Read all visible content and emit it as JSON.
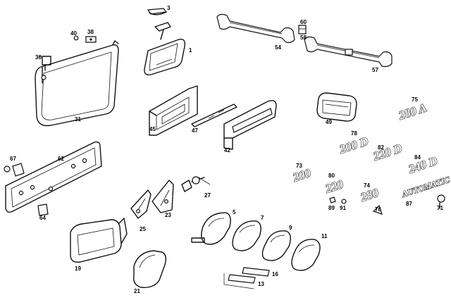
{
  "callouts": {
    "c3": "3",
    "c40": "40",
    "c38": "38",
    "c36": "36",
    "c31": "31",
    "c60": "60",
    "c54": "54",
    "c58": "58",
    "c57": "57",
    "c1": "1",
    "c45": "45",
    "c47": "47",
    "c42": "42",
    "c49": "49",
    "c75": "75",
    "c78": "78",
    "c82": "82",
    "c84": "84",
    "c73": "73",
    "c80": "80",
    "c74": "74",
    "c87": "87",
    "c76": "76",
    "c89": "89",
    "c91": "91",
    "c71": "71",
    "c67": "67",
    "c62": "62",
    "c64": "64",
    "c27": "27",
    "c25": "25",
    "c23": "23",
    "c19": "19",
    "c5": "5",
    "c7": "7",
    "c9": "9",
    "c11": "11",
    "c16": "16",
    "c13": "13",
    "c21": "21"
  },
  "badges": {
    "b75": "280 A",
    "b78": "200 D",
    "b82": "220 D",
    "b84": "240 D",
    "b73": "200",
    "b80": "220",
    "b74": "280",
    "b87": "AUTOMATIC"
  }
}
